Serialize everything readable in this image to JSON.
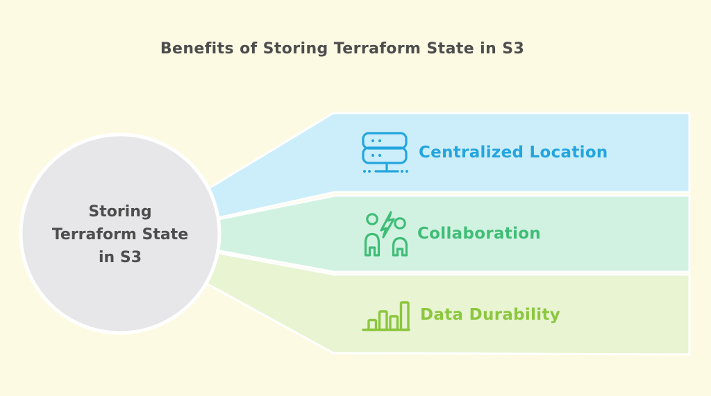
{
  "title": "Benefits of Storing Terraform State in S3",
  "center": {
    "lines": [
      "Storing",
      "Terraform State",
      "in S3"
    ]
  },
  "branches": [
    {
      "label": "Centralized Location",
      "icon": "server-icon"
    },
    {
      "label": "Collaboration",
      "icon": "people-collaboration-icon"
    },
    {
      "label": "Data Durability",
      "icon": "bar-chart-icon"
    }
  ],
  "colors": {
    "background": "#FDFAE4",
    "title_text": "#4D4D4D",
    "circle_fill": "#E7E6E8",
    "circle_border": "#FFFFFF",
    "circle_text": "#4D4D4D",
    "band_outline": "#FFFFFF",
    "blue_band": "#CBEEFA",
    "blue_accent": "#24A5DE",
    "green_band": "#D2F2E1",
    "green_accent": "#3FBD77",
    "lime_band": "#E8F4D2",
    "lime_accent": "#8CC63F"
  }
}
